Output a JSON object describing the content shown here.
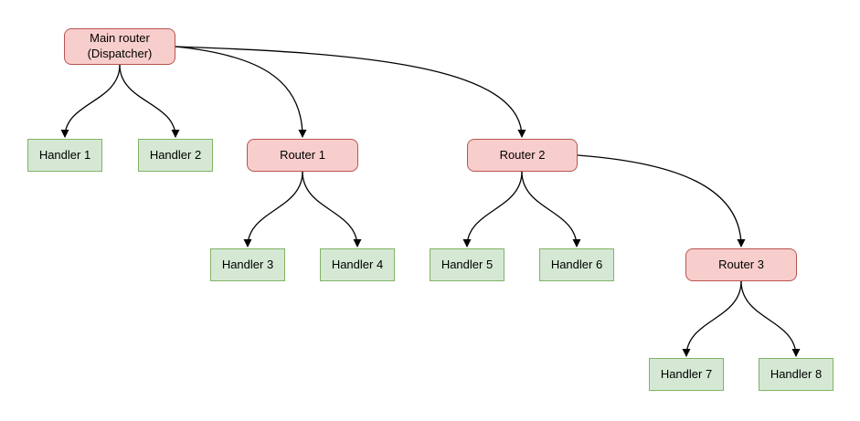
{
  "diagram": {
    "background": "#ffffff",
    "colors": {
      "router_fill": "#f8cecc",
      "router_border": "#b85450",
      "handler_fill": "#d5e8d4",
      "handler_border": "#82b366",
      "edge": "#000000",
      "text": "#000000"
    },
    "nodes": [
      {
        "id": "main-router",
        "label": "Main router\n(Dispatcher)",
        "type": "router"
      },
      {
        "id": "handler-1",
        "label": "Handler 1",
        "type": "handler"
      },
      {
        "id": "handler-2",
        "label": "Handler 2",
        "type": "handler"
      },
      {
        "id": "router-1",
        "label": "Router 1",
        "type": "router"
      },
      {
        "id": "router-2",
        "label": "Router 2",
        "type": "router"
      },
      {
        "id": "handler-3",
        "label": "Handler 3",
        "type": "handler"
      },
      {
        "id": "handler-4",
        "label": "Handler 4",
        "type": "handler"
      },
      {
        "id": "handler-5",
        "label": "Handler 5",
        "type": "handler"
      },
      {
        "id": "handler-6",
        "label": "Handler 6",
        "type": "handler"
      },
      {
        "id": "router-3",
        "label": "Router 3",
        "type": "router"
      },
      {
        "id": "handler-7",
        "label": "Handler 7",
        "type": "handler"
      },
      {
        "id": "handler-8",
        "label": "Handler 8",
        "type": "handler"
      }
    ],
    "edges": [
      {
        "from": "main-router",
        "to": "handler-1"
      },
      {
        "from": "main-router",
        "to": "handler-2"
      },
      {
        "from": "main-router",
        "to": "router-1"
      },
      {
        "from": "main-router",
        "to": "router-2"
      },
      {
        "from": "router-1",
        "to": "handler-3"
      },
      {
        "from": "router-1",
        "to": "handler-4"
      },
      {
        "from": "router-2",
        "to": "handler-5"
      },
      {
        "from": "router-2",
        "to": "handler-6"
      },
      {
        "from": "router-2",
        "to": "router-3"
      },
      {
        "from": "router-3",
        "to": "handler-7"
      },
      {
        "from": "router-3",
        "to": "handler-8"
      }
    ]
  }
}
